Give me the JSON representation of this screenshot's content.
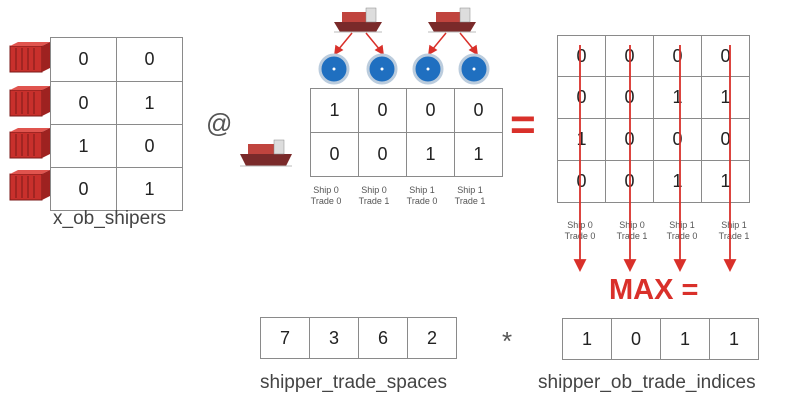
{
  "x_ob_shipers": {
    "matrix": [
      [
        0,
        0
      ],
      [
        0,
        1
      ],
      [
        1,
        0
      ],
      [
        0,
        1
      ]
    ],
    "label": "x_ob_shipers"
  },
  "matmul_operator": "@",
  "ship_trade_matrix": {
    "matrix": [
      [
        1,
        0,
        0,
        0
      ],
      [
        0,
        0,
        1,
        1
      ]
    ],
    "column_labels": [
      [
        "Ship 0",
        "Trade 0"
      ],
      [
        "Ship 0",
        "Trade 1"
      ],
      [
        "Ship 1",
        "Trade 0"
      ],
      [
        "Ship 1",
        "Trade 1"
      ]
    ]
  },
  "equals_symbol": "=",
  "result_matrix": {
    "matrix": [
      [
        0,
        0,
        0,
        0
      ],
      [
        0,
        0,
        1,
        1
      ],
      [
        1,
        0,
        0,
        0
      ],
      [
        0,
        0,
        1,
        1
      ]
    ],
    "column_labels": [
      [
        "Ship 0",
        "Trade 0"
      ],
      [
        "Ship 0",
        "Trade 1"
      ],
      [
        "Ship 1",
        "Trade 0"
      ],
      [
        "Ship 1",
        "Trade 1"
      ]
    ]
  },
  "max_label": "MAX =",
  "shipper_trade_spaces": {
    "values": [
      7,
      3,
      6,
      2
    ],
    "label": "shipper_trade_spaces"
  },
  "multiply_operator": "*",
  "shipper_ob_trade_indices": {
    "values": [
      1,
      0,
      1,
      1
    ],
    "label": "shipper_ob_trade_indices"
  },
  "colors": {
    "container_red": "#c8302c",
    "arrow_red": "#d9302a",
    "trade_circle_blue": "#1f6fc0",
    "grid_border": "#8a8a8a"
  },
  "icons": [
    "shipping-container-icon",
    "cargo-ship-icon",
    "trade-circle-icon"
  ]
}
